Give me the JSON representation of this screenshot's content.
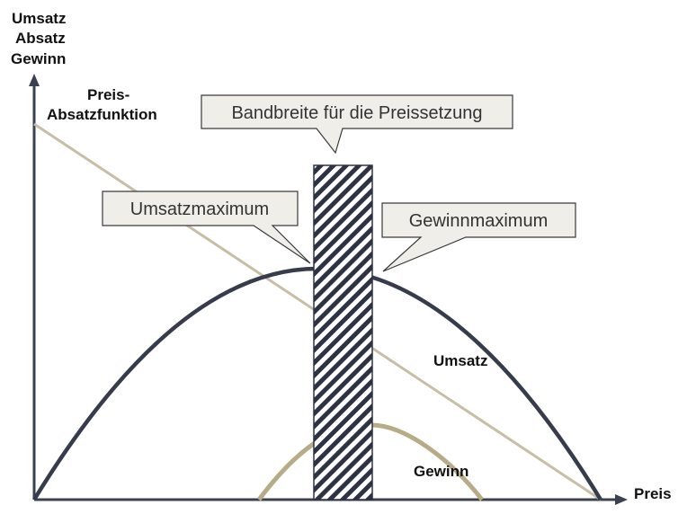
{
  "y_axis_label": [
    "Umsatz",
    "Absatz",
    "Gewinn"
  ],
  "x_axis_label": "Preis",
  "demand_curve_label": [
    "Preis-",
    "Absatzfunktion"
  ],
  "revenue_label": "Umsatz",
  "profit_label": "Gewinn",
  "callouts": {
    "price_band": "Bandbreite für die Preissetzung",
    "revenue_max": "Umsatzmaximum",
    "profit_max": "Gewinnmaximum"
  },
  "colors": {
    "axis": "#3a4150",
    "revenue_curve": "#363c4c",
    "demand_line": "#c8bea6",
    "profit_curve": "#b8ab88",
    "callout_fill": "#efeee9",
    "callout_stroke": "#3a3a3a",
    "hatch": "#2d3344"
  }
}
